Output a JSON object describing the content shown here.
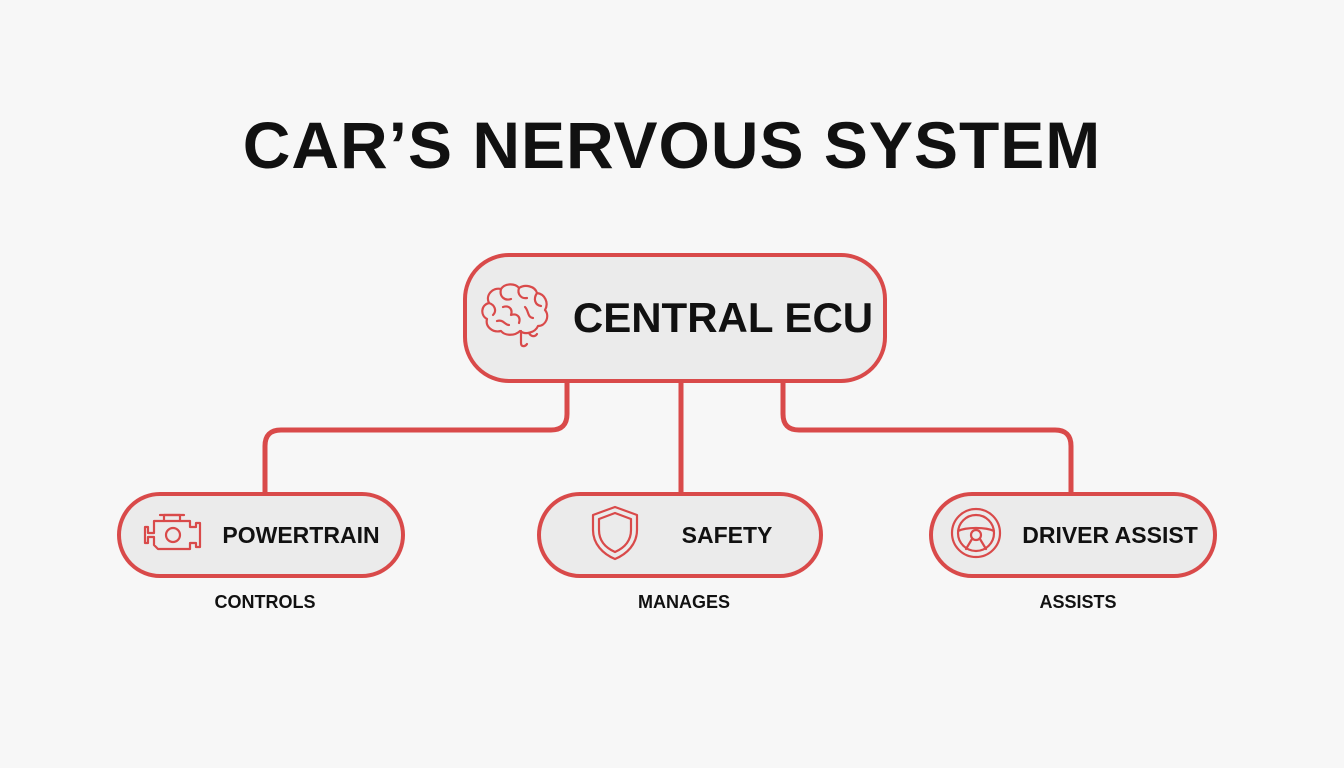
{
  "title": "CAR’S NERVOUS SYSTEM",
  "accent_color": "#d94a4a",
  "central": {
    "label": "CENTRAL ECU",
    "icon": "brain-icon"
  },
  "branches": [
    {
      "label": "POWERTRAIN",
      "icon": "engine-icon",
      "caption": "CONTROLS"
    },
    {
      "label": "SAFETY",
      "icon": "shield-icon",
      "caption": "MANAGES"
    },
    {
      "label": "DRIVER ASSIST",
      "icon": "steering-wheel-icon",
      "caption": "ASSISTS"
    }
  ]
}
